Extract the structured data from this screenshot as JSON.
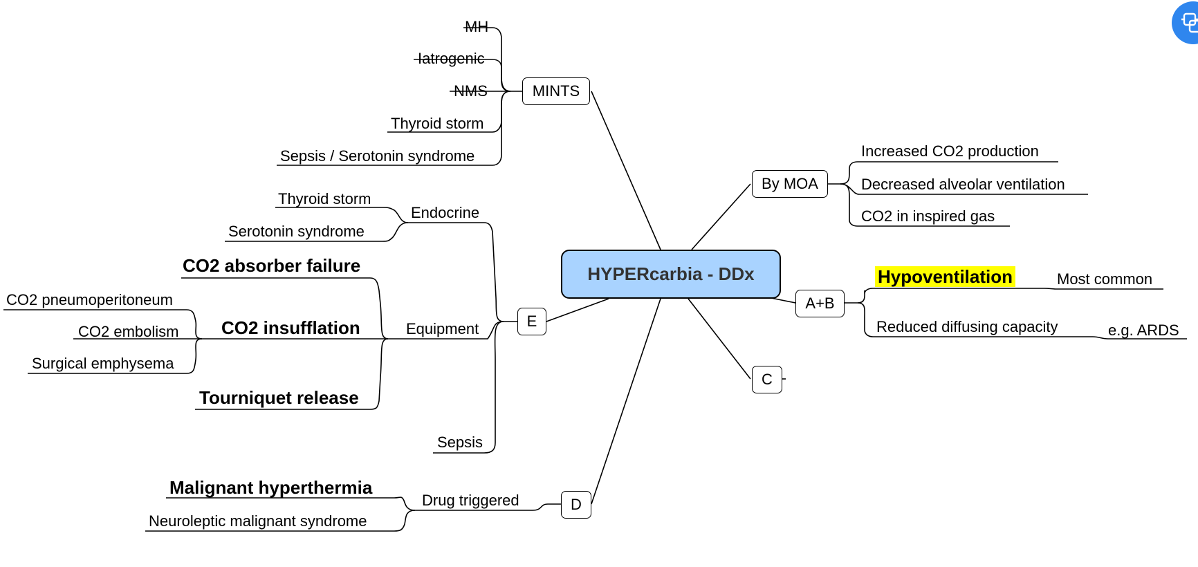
{
  "root": "HYPERcarbia - DDx",
  "branches": {
    "mints": {
      "label": "MINTS",
      "items": [
        "MH",
        "Iatrogenic",
        "NMS",
        "Thyroid storm",
        "Sepsis / Serotonin syndrome"
      ]
    },
    "by_moa": {
      "label": "By MOA",
      "items": [
        "Increased CO2 production",
        "Decreased alveolar ventilation",
        "CO2 in inspired gas"
      ]
    },
    "ab": {
      "label": "A+B",
      "hypoventilation": "Hypoventilation",
      "hypoventilation_note": "Most common",
      "diffusing": "Reduced diffusing capacity",
      "diffusing_note": "e.g. ARDS"
    },
    "c": {
      "label": "C"
    },
    "d": {
      "label": "D",
      "drug_triggered": "Drug triggered",
      "items": [
        "Malignant hyperthermia",
        "Neuroleptic malignant syndrome"
      ]
    },
    "e": {
      "label": "E",
      "endocrine": {
        "label": "Endocrine",
        "items": [
          "Thyroid storm",
          "Serotonin syndrome"
        ]
      },
      "equipment": {
        "label": "Equipment",
        "absorber": "CO2 absorber failure",
        "insufflation": "CO2 insufflation",
        "insufflation_items": [
          "CO2 pneumoperitoneum",
          "CO2 embolism",
          "Surgical emphysema"
        ],
        "tourniquet": "Tourniquet release"
      },
      "sepsis": "Sepsis"
    }
  },
  "colors": {
    "root_fill": "#a9d3ff",
    "highlight": "#ffff00",
    "tool_button": "#2f86ee"
  },
  "icons": {
    "tool_button": "plugin-icon"
  }
}
